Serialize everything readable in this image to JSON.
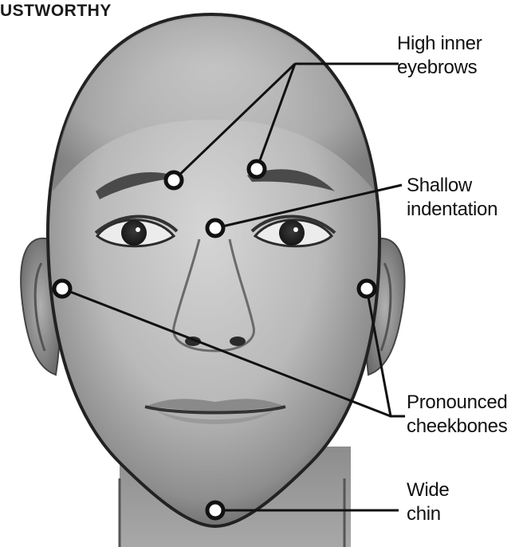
{
  "title": "USTWORTHY",
  "annotations": {
    "eyebrows": {
      "line1": "High inner",
      "line2": "eyebrows"
    },
    "indentation": {
      "line1": "Shallow",
      "line2": "indentation"
    },
    "cheekbones": {
      "line1": "Pronounced",
      "line2": "cheekbones"
    },
    "chin": {
      "line1": "Wide",
      "line2": "chin"
    }
  },
  "colors": {
    "line": "#111111",
    "marker_fill": "#ffffff",
    "background": "#ffffff"
  }
}
